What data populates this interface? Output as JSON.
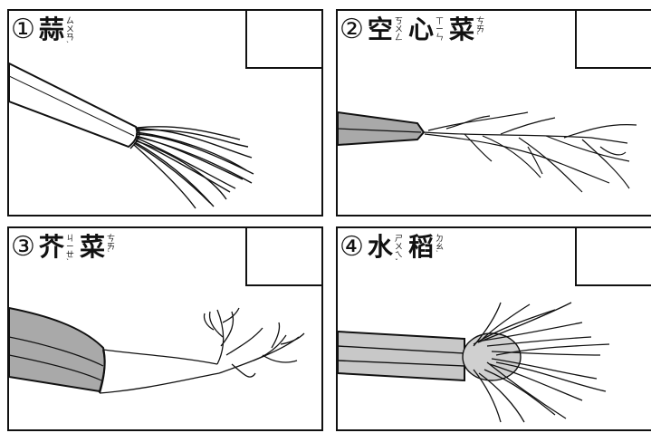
{
  "panels": [
    {
      "number": "①",
      "words": [
        {
          "hanzi": "蒜",
          "zhuyin": [
            "ㄙ",
            "ㄨ",
            "ㄢ"
          ],
          "tone": "ˋ"
        }
      ]
    },
    {
      "number": "②",
      "words": [
        {
          "hanzi": "空",
          "zhuyin": [
            "ㄎ",
            "ㄨ",
            "ㄥ"
          ],
          "tone": ""
        },
        {
          "hanzi": "心",
          "zhuyin": [
            "ㄒ",
            "ㄧ",
            "ㄣ"
          ],
          "tone": ""
        },
        {
          "hanzi": "菜",
          "zhuyin": [
            "ㄘ",
            "ㄞ"
          ],
          "tone": "ˋ"
        }
      ]
    },
    {
      "number": "③",
      "words": [
        {
          "hanzi": "芥",
          "zhuyin": [
            "ㄐ",
            "ㄧ",
            "ㄝ"
          ],
          "tone": "ˋ"
        },
        {
          "hanzi": "菜",
          "zhuyin": [
            "ㄘ",
            "ㄞ"
          ],
          "tone": "ˋ"
        }
      ]
    },
    {
      "number": "④",
      "words": [
        {
          "hanzi": "水",
          "zhuyin": [
            "ㄕ",
            "ㄨ",
            "ㄟ"
          ],
          "tone": "ˇ"
        },
        {
          "hanzi": "稻",
          "zhuyin": [
            "ㄉ",
            "ㄠ"
          ],
          "tone": "ˋ"
        }
      ]
    }
  ]
}
